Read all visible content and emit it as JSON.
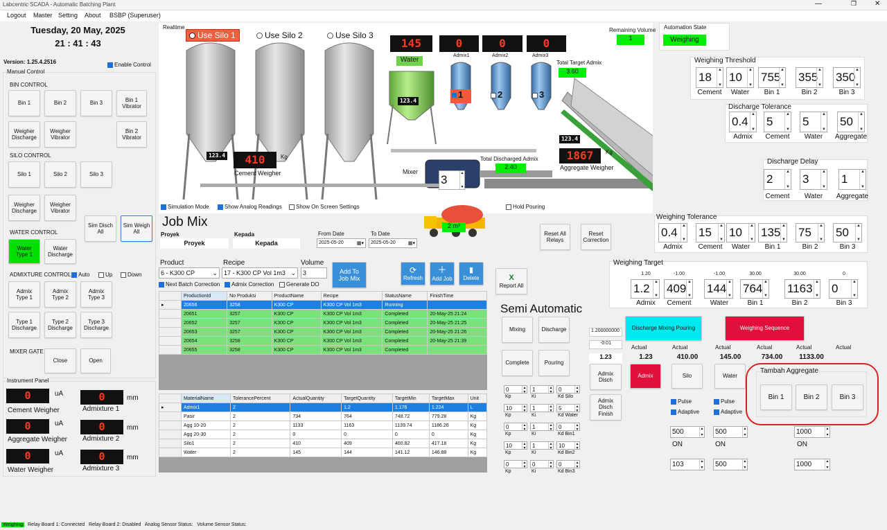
{
  "app": {
    "title": "Labcentric SCADA - Automatic Batching Plant"
  },
  "menu": [
    "Logout",
    "Master",
    "Setting",
    "About",
    "BSBP (Superuser)"
  ],
  "header": {
    "date": "Tuesday, 20 May, 2025",
    "time": "21 : 41 : 43",
    "version": "Version: 1.25.4.2516",
    "enable_control": "Enable Control"
  },
  "manual": {
    "title": "Manual Control",
    "bin_control": "BIN CONTROL",
    "silo_control": "SILO CONTROL",
    "water_control": "WATER CONTROL",
    "admixture_control": "ADMIXTURE CONTROL",
    "mixer_gate": "MIXER GATE",
    "auto": "Auto",
    "up": "Up",
    "down": "Down",
    "bin_buttons": [
      "Bin 1",
      "Bin 2",
      "Bin 3",
      "Bin 1\nVibrator"
    ],
    "bin_buttons2": [
      "Weigher\nDischarge",
      "Weigher\nVibrator",
      "Bin 2\nVibrator"
    ],
    "silo_buttons": [
      "Silo 1",
      "Silo 2",
      "Silo 3"
    ],
    "silo_buttons2": [
      "Weigher\nDischarge",
      "Weigher\nVibrator"
    ],
    "sim_disch": "Sim Disch\nAll",
    "sim_weigh": "Sim Weigh\nAll",
    "water_buttons": [
      "Water\nType 1",
      "Water\nDischarge"
    ],
    "admix_buttons": [
      "Admix\nType 1",
      "Admix\nType 2",
      "Admix\nType 3"
    ],
    "admix_buttons2": [
      "Type 1\nDischarge",
      "Type 2\nDischarge",
      "Type 3\nDischarge"
    ],
    "gate_buttons": [
      "Close",
      "Open"
    ]
  },
  "instrument": {
    "title": "Instrument Panel",
    "items": [
      {
        "value": "0",
        "unit": "uA",
        "label": "Cement Weigher"
      },
      {
        "value": "0",
        "unit": "mm",
        "label": "Admixture 1"
      },
      {
        "value": "0",
        "unit": "uA",
        "label": "Aggregate Weigher"
      },
      {
        "value": "0",
        "unit": "mm",
        "label": "Admixture 2"
      },
      {
        "value": "0",
        "unit": "uA",
        "label": "Water Weigher"
      },
      {
        "value": "0",
        "unit": "mm",
        "label": "Admixture 3"
      }
    ]
  },
  "realtime": {
    "title": "Realtime",
    "silos": [
      "Use Silo 1",
      "Use Silo 2",
      "Use Silo 3"
    ],
    "water_value": "145",
    "water_label": "Water",
    "water_small": "123.4",
    "admix_values": [
      "0",
      "0",
      "0"
    ],
    "admix_labels": [
      "Admix1",
      "Admix2",
      "Admix3"
    ],
    "admix_checks": [
      "1",
      "2",
      "3"
    ],
    "total_target_admix_label": "Total Target Admix",
    "total_target_admix": "3.60",
    "cement_small": "123.4",
    "cement_value": "410",
    "cement_unit": "Kg",
    "cement_label": "Cement Weigher",
    "agg_small": "123.4",
    "agg_value": "1867",
    "agg_unit": "Kg",
    "agg_label": "Aggregate Weigher",
    "total_disch_admix_label": "Total Discharged Admix",
    "total_disch_admix": "2.40",
    "mixer_label": "Mixer",
    "mixer_value": "3",
    "truck_value": "2 m³",
    "remaining_volume_label": "Remaining Volume",
    "remaining_volume": "1",
    "automation_state_label": "Automation State",
    "automation_state": "Weighing",
    "simulation_mode": "Simulation Mode",
    "show_analog": "Show Analog Readings",
    "show_osk": "Show On Screen Settings",
    "hold_pouring": "Hold Pouring"
  },
  "threshold": {
    "title": "Weighing Threshold",
    "values": [
      "18",
      "10",
      "755",
      "355",
      "350"
    ],
    "labels": [
      "Cement",
      "Water",
      "Bin 1",
      "Bin 2",
      "Bin 3"
    ]
  },
  "disch_tol": {
    "title": "Discharge Tolerance",
    "values": [
      "0.4",
      "5",
      "5",
      "50"
    ],
    "labels": [
      "Admix",
      "Cement",
      "Water",
      "Aggregate"
    ]
  },
  "disch_delay": {
    "title": "Discharge Delay",
    "values": [
      "2",
      "3",
      "1"
    ],
    "labels": [
      "Cement",
      "Water",
      "Aggregate"
    ]
  },
  "weigh_tol": {
    "title": "Weighing Tolerance",
    "values": [
      "0.4",
      "15",
      "10",
      "135",
      "75",
      "50"
    ],
    "labels": [
      "Admix",
      "Cement",
      "Water",
      "Bin 1",
      "Bin 2",
      "Bin 3"
    ]
  },
  "weigh_target": {
    "title": "Weighing Target",
    "tops": [
      "1.20",
      "-1.00",
      "-1.00",
      "30.00",
      "30.00",
      "0"
    ],
    "values": [
      "1.2",
      "409",
      "144",
      "764",
      "1163",
      "0"
    ],
    "labels": [
      "Admix",
      "Cement",
      "Water",
      "Bin 1",
      "Bin 2",
      "Bin 3"
    ]
  },
  "jobmix": {
    "title": "Job Mix",
    "proyek_label": "Proyek",
    "proyek": "Proyek",
    "kepada_label": "Kepada",
    "kepada": "Kepada",
    "from_label": "From Date",
    "from": "2025-05-20",
    "to_label": "To Date",
    "to": "2025-05-20",
    "reset_relays": "Reset All\nRelays",
    "reset_correction": "Reset\nCorrection",
    "product_label": "Product",
    "product": "6 - K300 CP",
    "recipe_label": "Recipe",
    "recipe": "17 - K300 CP Vol 1m3",
    "volume_label": "Volume",
    "volume": "3",
    "add_to_job": "Add To\nJob Mix",
    "refresh": "Refresh",
    "add_job": "Add Job",
    "delete": "Delete",
    "report_all": "Report All",
    "next_batch": "Next Batch Correction",
    "admix_correction": "Admix Correction",
    "generate_do": "Generate DO"
  },
  "jobs_table": {
    "headers": [
      "ProductionId",
      "No Produksi",
      "ProductName",
      "Recipe",
      "StatusName",
      "FinishTime"
    ],
    "rows": [
      [
        "20656",
        "3258",
        "K300 CP",
        "K300 CP Vol 1m3",
        "Running",
        ""
      ],
      [
        "20651",
        "3257",
        "K300 CP",
        "K300 CP Vol 1m3",
        "Completed",
        "20-May-25 21:24"
      ],
      [
        "20652",
        "3257",
        "K300 CP",
        "K300 CP Vol 1m3",
        "Completed",
        "20-May-25 21:25"
      ],
      [
        "20653",
        "3257",
        "K300 CP",
        "K300 CP Vol 1m3",
        "Completed",
        "20-May-25 21:26"
      ],
      [
        "20654",
        "3258",
        "K300 CP",
        "K300 CP Vol 1m3",
        "Completed",
        "20-May-25 21:39"
      ],
      [
        "20655",
        "3258",
        "K300 CP",
        "K300 CP Vol 1m3",
        "Completed",
        ""
      ]
    ]
  },
  "material_table": {
    "headers": [
      "MaterialName",
      "TolerancePercent",
      "ActualQuantity",
      "TargetQuantity",
      "TargetMin",
      "TargetMax",
      "Unit"
    ],
    "rows": [
      [
        "Admix1",
        "2",
        "",
        "1.2",
        "1.176",
        "1.224",
        "L"
      ],
      [
        "Pasir",
        "2",
        "734",
        "764",
        "748.72",
        "779.28",
        "Kg"
      ],
      [
        "Agg 10-20",
        "2",
        "1133",
        "1163",
        "1139.74",
        "1186.26",
        "Kg"
      ],
      [
        "Agg 20-30",
        "2",
        "0",
        "0",
        "0",
        "0",
        "Kg"
      ],
      [
        "Silo1",
        "2",
        "410",
        "409",
        "400.82",
        "417.18",
        "Kg"
      ],
      [
        "Water",
        "2",
        "145",
        "144",
        "141.12",
        "146.88",
        "Kg"
      ]
    ]
  },
  "semi": {
    "title": "Semi Automatic",
    "mixing": "Mixing",
    "discharge": "Discharge",
    "complete": "Complete",
    "pouring": "Pouring",
    "admix_val1": "1.200000000",
    "admix_val2": "-0.01",
    "admix_val3": "1.23",
    "admix_disch": "Admix\nDisch",
    "admix_disch_finish": "Admix\nDisch\nFinish",
    "disch_mix_pour": "Discharge Mixing Pouring",
    "weigh_seq": "Weighing Sequence",
    "actual_label": "Actual",
    "actuals": [
      "1.23",
      "410.00",
      "145.00",
      "734.00",
      "1133.00",
      ""
    ],
    "admix_btn": "Admix",
    "silo_btn": "Silo",
    "water_btn": "Water",
    "pulse": "Pulse",
    "adaptive": "Adaptive",
    "on": "ON",
    "pid_rows": [
      {
        "vals": [
          "0",
          "1",
          "0"
        ],
        "labels": [
          "Kp",
          "Ki",
          "Kd Silo"
        ]
      },
      {
        "vals": [
          "10",
          "1",
          "5"
        ],
        "labels": [
          "Kp",
          "Ki",
          "Kd Water"
        ]
      },
      {
        "vals": [
          "0",
          "1",
          "0"
        ],
        "labels": [
          "Kp",
          "Ki",
          "Kd Bin1"
        ]
      },
      {
        "vals": [
          "10",
          "1",
          "10"
        ],
        "labels": [
          "Kp",
          "Ki",
          "Kd Bin2"
        ]
      },
      {
        "vals": [
          "0",
          "0",
          "0"
        ],
        "labels": [
          "Kp",
          "Ki",
          "Kd Bin3"
        ]
      }
    ],
    "silo_set1": "500",
    "water_set1": "500",
    "agg_set1": "1000",
    "silo_set2": "103",
    "water_set2": "500",
    "agg_set2": "1000"
  },
  "tambah": {
    "title": "Tambah Aggregate",
    "buttons": [
      "Bin 1",
      "Bin 2",
      "Bin 3"
    ]
  },
  "status": {
    "state": "Weighing",
    "text": "Relay Board 1: Connected   Relay Board 2: Disabled   Analog Sensor Status:   Volume Sensor Status:"
  },
  "colors": {
    "green": "#00e000",
    "red_btn": "#e0103a",
    "cyan": "#00e8f0",
    "blue": "#3a8fd9"
  }
}
